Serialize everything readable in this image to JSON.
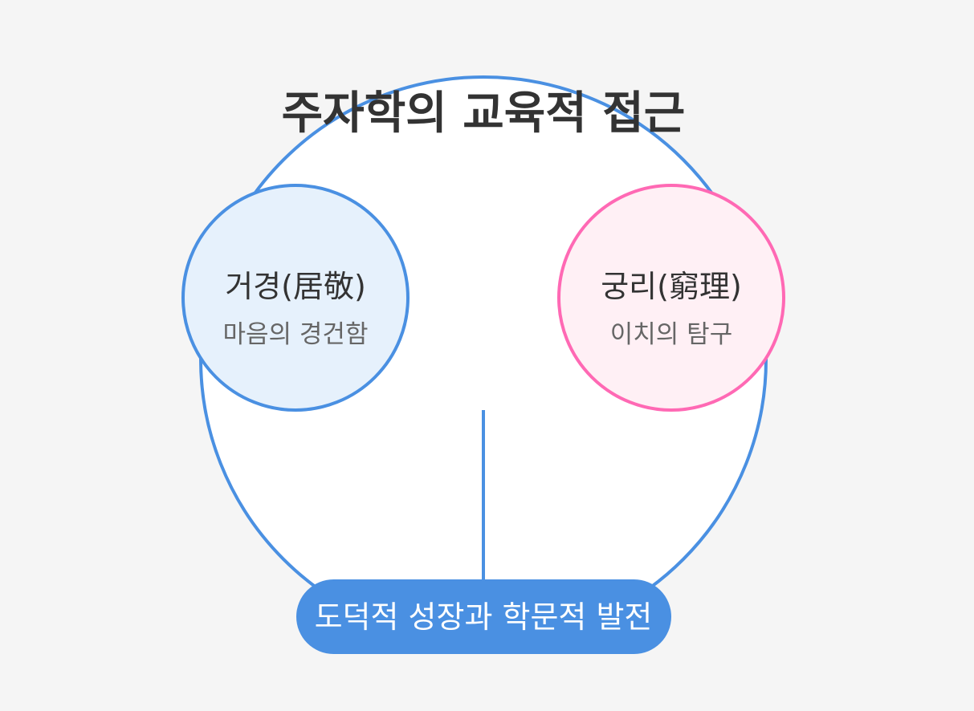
{
  "title": "주자학의 교육적 접근",
  "left_node": {
    "label": "거경(居敬)",
    "sublabel": "마음의 경건함"
  },
  "right_node": {
    "label": "궁리(窮理)",
    "sublabel": "이치의 탐구"
  },
  "outcome": {
    "label": "도덕적 성장과 학문적 발전"
  },
  "colors": {
    "background": "#f5f5f5",
    "outer_stroke": "#4a90e2",
    "left_fill": "#e6f1fc",
    "left_stroke": "#4a90e2",
    "right_fill": "#fff0f5",
    "right_stroke": "#ff69b4",
    "outcome_fill": "#4a90e2",
    "outcome_text": "#ffffff",
    "title_text": "#333333",
    "label_text": "#333333",
    "sublabel_text": "#666666"
  }
}
